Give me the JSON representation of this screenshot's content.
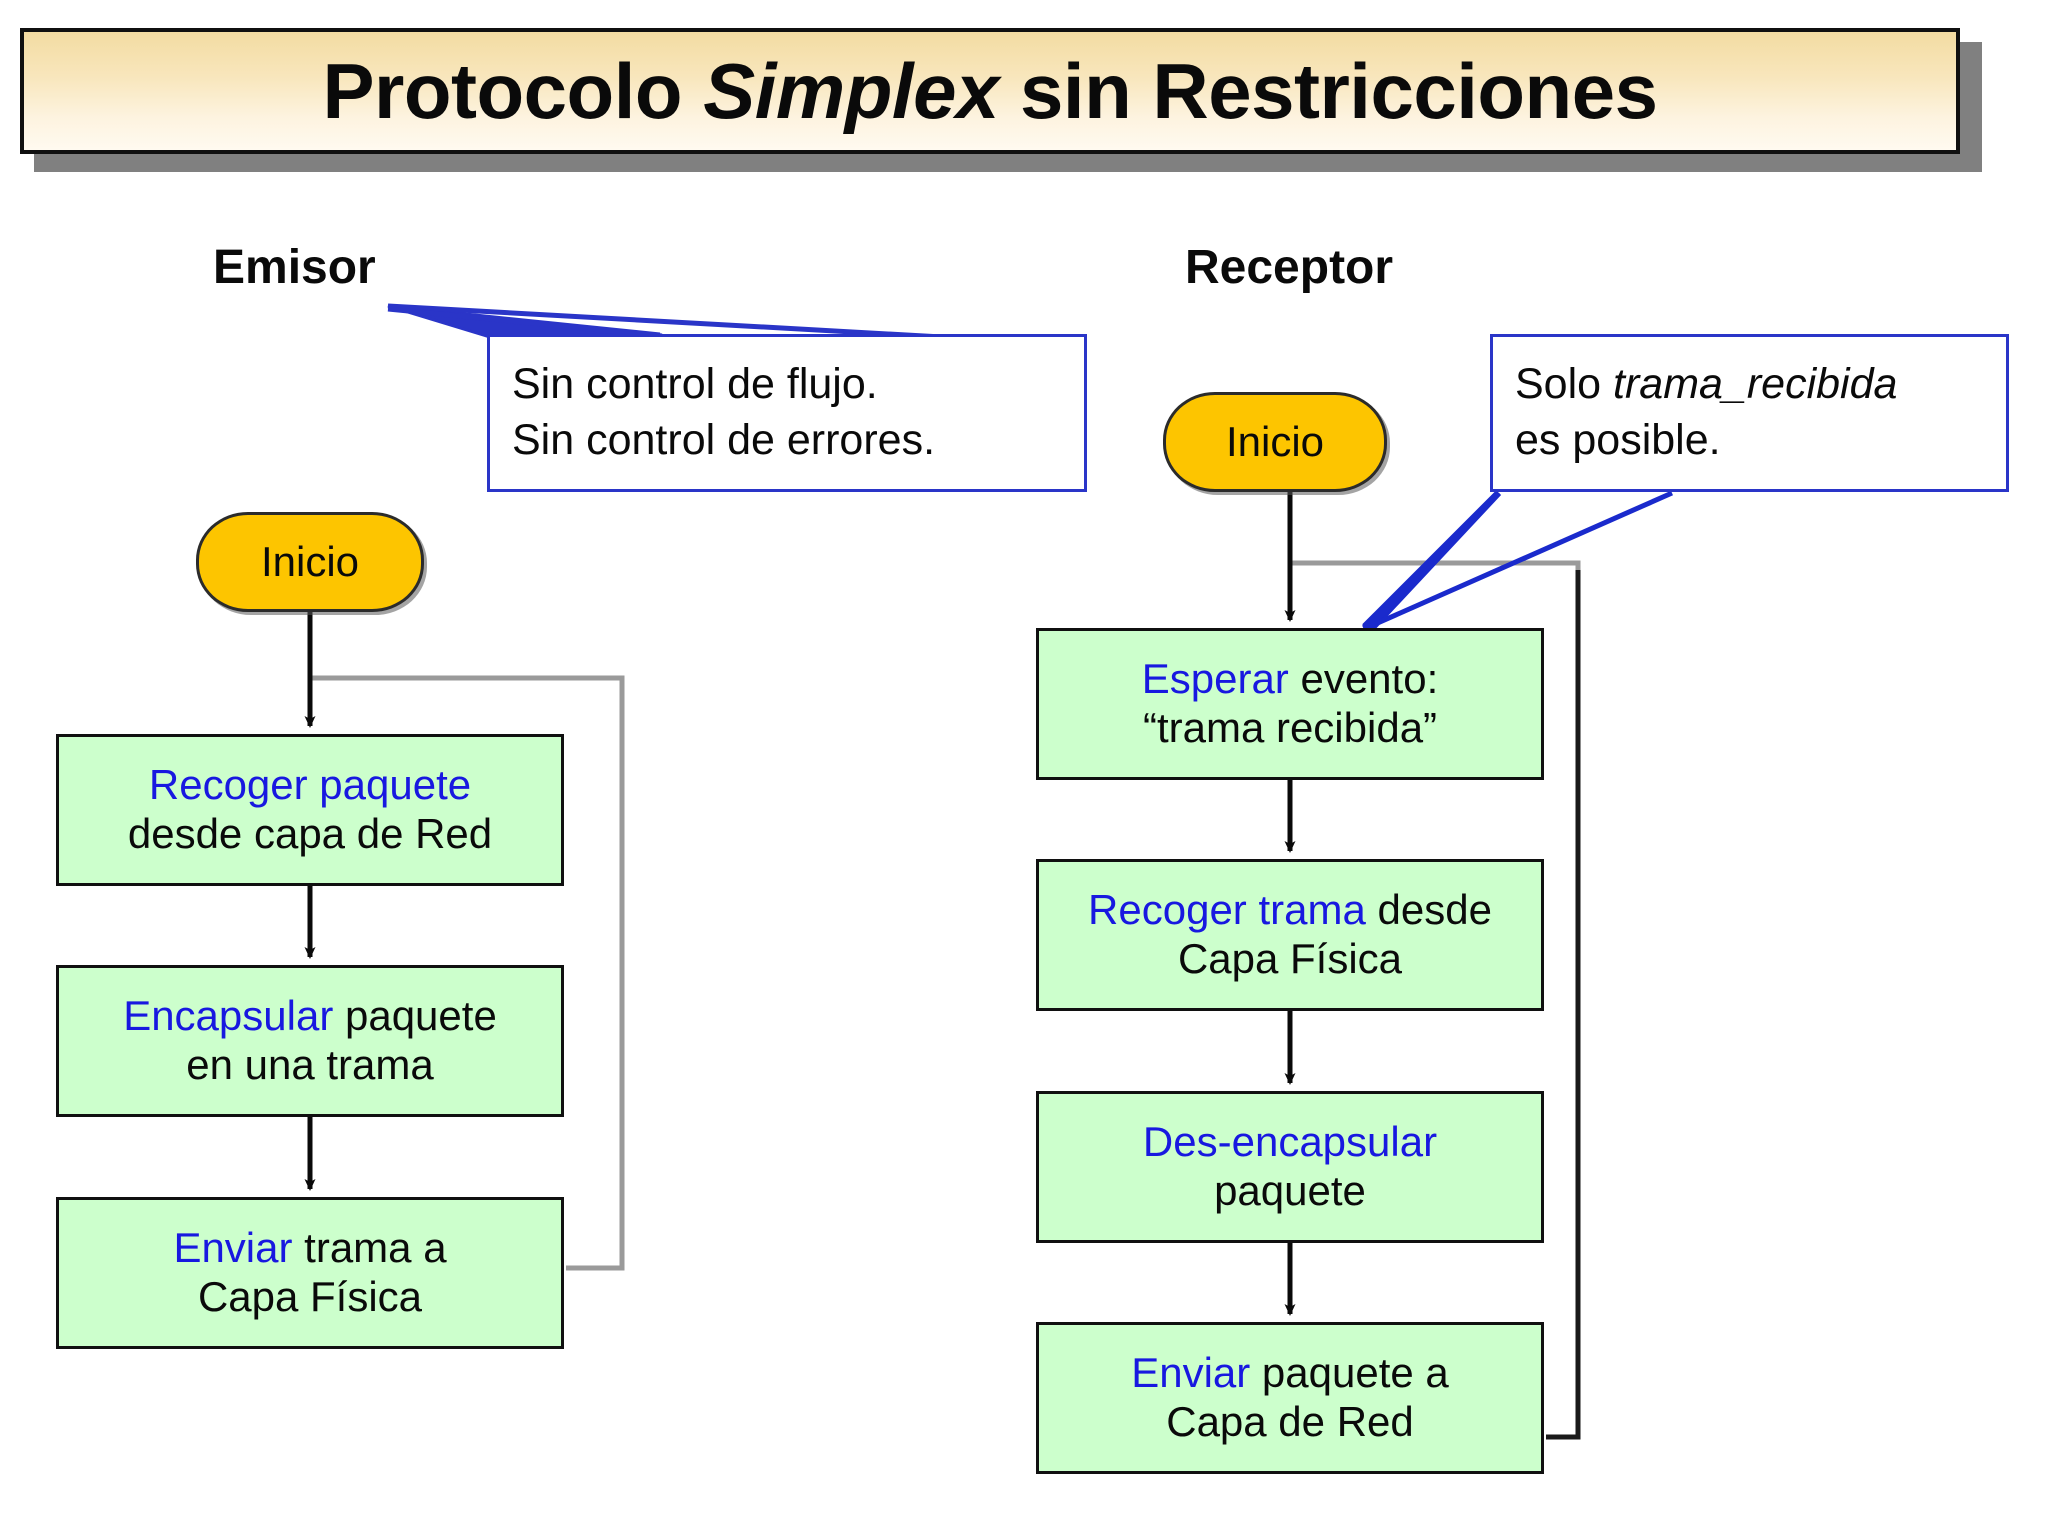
{
  "slide": {
    "title": {
      "before": "Protocolo ",
      "emphasis": "Simplex",
      "after": " sin Restricciones"
    }
  },
  "columns": {
    "left_heading": "Emisor",
    "right_heading": "Receptor"
  },
  "callouts": {
    "left": {
      "line1": "Sin control de flujo.",
      "line2": "Sin control de errores."
    },
    "right": {
      "line1_before": "Solo ",
      "line1_emphasis": "trama_recibida",
      "line2": "es posible."
    }
  },
  "emisor_flow": {
    "start_label": "Inicio",
    "steps": [
      {
        "keyword": "Recoger paquete",
        "rest": "",
        "line2": "desde capa de Red"
      },
      {
        "keyword": "Encapsular",
        "rest": " paquete",
        "line2": "en una trama"
      },
      {
        "keyword": "Enviar",
        "rest": " trama a",
        "line2": "Capa Física"
      }
    ]
  },
  "receptor_flow": {
    "start_label": "Inicio",
    "steps": [
      {
        "keyword": "Esperar",
        "rest": " evento:",
        "line2": "“trama recibida”"
      },
      {
        "keyword": "Recoger trama",
        "rest": " desde",
        "line2": "Capa Física"
      },
      {
        "keyword": "Des-encapsular",
        "rest": "",
        "line2": "paquete"
      },
      {
        "keyword": "Enviar",
        "rest": " paquete a",
        "line2": "Capa de Red"
      }
    ]
  },
  "colors": {
    "keyword_blue": "#1818E0",
    "box_green": "#CCFFCC",
    "start_gold": "#FDC500",
    "callout_border_blue": "#2A35C8",
    "banner_tan": "#F3DCA2",
    "shadow_gray": "#808080",
    "loop_gray": "#9A9A9A"
  }
}
